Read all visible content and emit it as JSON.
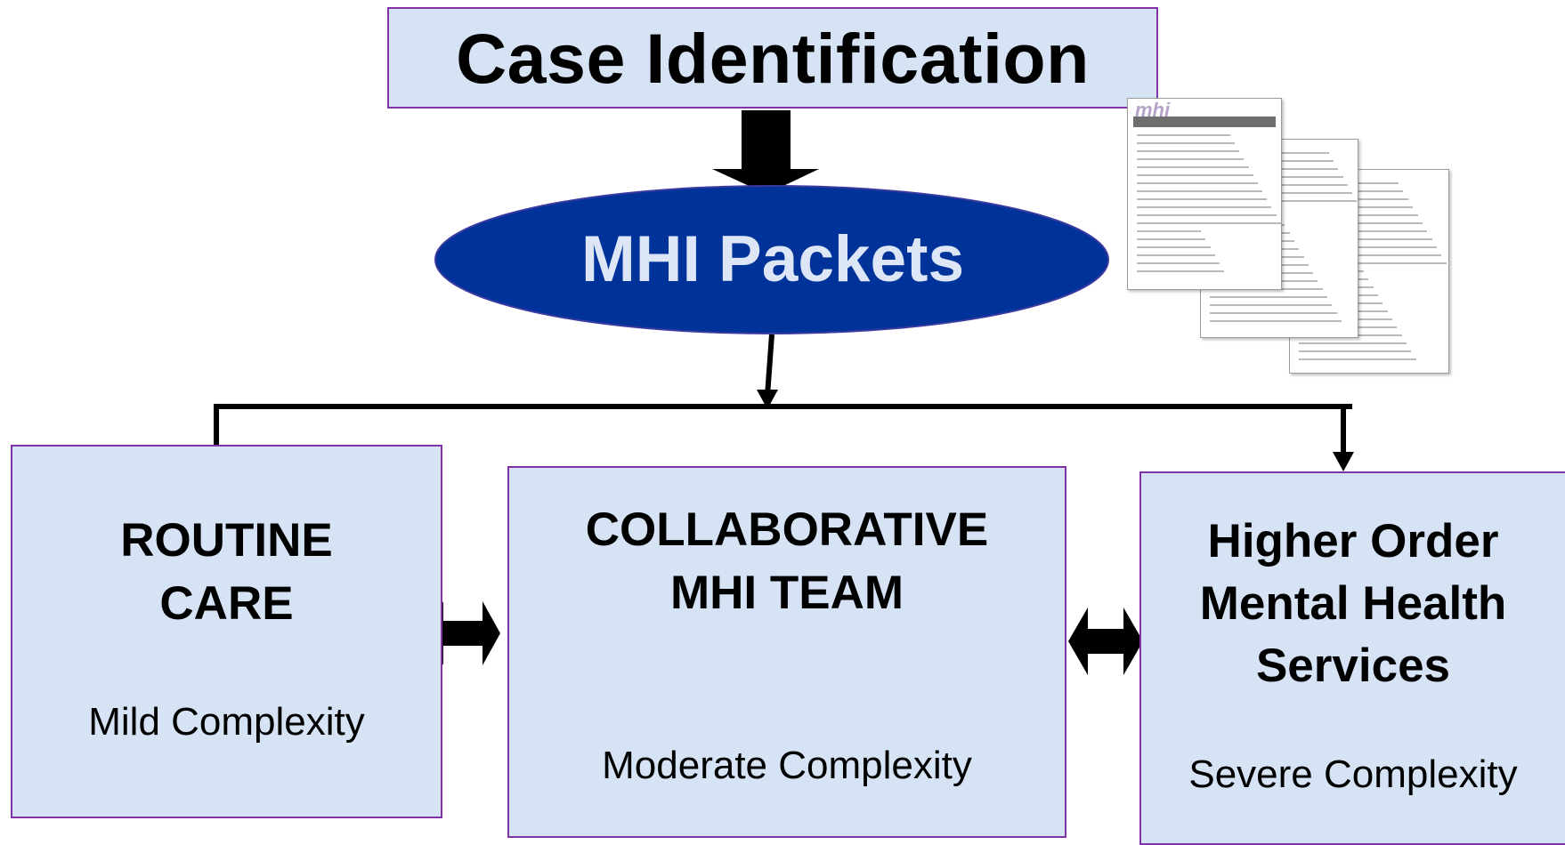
{
  "case_identification": {
    "title": "Case Identification"
  },
  "mhi_packets": {
    "label": "MHI Packets",
    "color": "#003399"
  },
  "routine": {
    "title": "ROUTINE\nCARE",
    "subtitle": "Mild Complexity"
  },
  "collaborative": {
    "title": "COLLABORATIVE\nMHI TEAM",
    "subtitle": "Moderate Complexity"
  },
  "higher_order": {
    "title": "Higher Order\nMental Health\nServices",
    "subtitle": "Severe Complexity"
  },
  "colors": {
    "box_fill": "#d5e3f5",
    "box_border": "#7f33a6",
    "arrow": "#000000"
  },
  "icons": [
    "document-thumbnails",
    "double-arrow-icon"
  ]
}
